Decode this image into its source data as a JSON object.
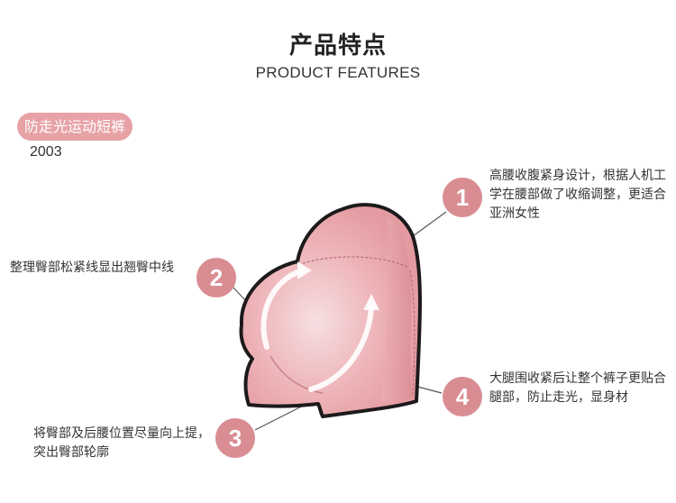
{
  "header": {
    "title": "产品特点",
    "subtitle": "PRODUCT FEATURES"
  },
  "product": {
    "name": "防走光运动短裤",
    "model": "2003"
  },
  "features": [
    {
      "number": "1",
      "text": "高腰收腹紧身设计，根据人机工学在腰部做了收缩调整，更适合亚洲女性"
    },
    {
      "number": "2",
      "text": "整理臀部松紧线显出翘臀中线"
    },
    {
      "number": "3",
      "text": "将臀部及后腰位置尽量向上提，突出臀部轮廓"
    },
    {
      "number": "4",
      "text": "大腿围收紧后让整个裤子更贴合腿部，防止走光，显身材"
    }
  ],
  "colors": {
    "accent": "#d98d93",
    "tag_background": "#e7a2a6",
    "garment_fill": "#e9a3a8",
    "garment_outline": "#1e1a1b"
  }
}
